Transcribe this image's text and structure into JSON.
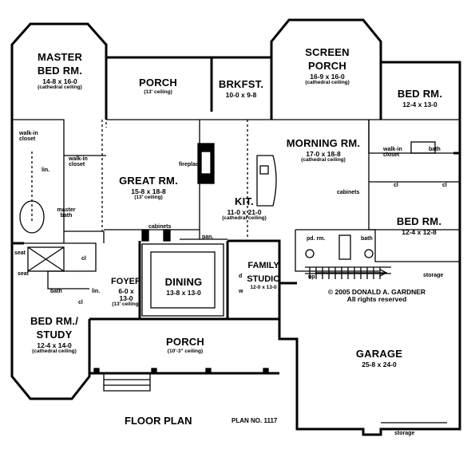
{
  "rooms": {
    "master_bed": {
      "name_line1": "MASTER",
      "name_line2": "BED RM.",
      "dims": "14-8 x 16-0",
      "note": "(cathedral ceiling)"
    },
    "porch_back": {
      "name": "PORCH",
      "note": "(13' ceiling)"
    },
    "brkfst": {
      "name": "BRKFST.",
      "dims": "10-0 x 9-8"
    },
    "screen_porch": {
      "name_line1": "SCREEN",
      "name_line2": "PORCH",
      "dims": "16-9 x 16-0",
      "note": "(cathedral ceiling)"
    },
    "bed_ne": {
      "name": "BED RM.",
      "dims": "12-4 x 13-0"
    },
    "great_rm": {
      "name": "GREAT RM.",
      "dims": "15-8 x 18-8",
      "note": "(13' ceiling)"
    },
    "morning_rm": {
      "name": "MORNING RM.",
      "dims": "17-0 x 18-8",
      "note": "(cathedral ceiling)"
    },
    "kit": {
      "name": "KIT.",
      "dims": "11-0 x 21-0",
      "note": "(cathedral ceiling)"
    },
    "bed_e": {
      "name": "BED RM.",
      "dims": "12-4 x 12-8"
    },
    "foyer": {
      "name": "FOYER",
      "dims_line1": "6-0 x",
      "dims_line2": "13-0",
      "note": "(13' ceiling)"
    },
    "dining": {
      "name": "DINING",
      "dims": "13-8 x 13-0"
    },
    "family_studio": {
      "name_line1": "FAMILY",
      "name_line2": "STUDIO",
      "dims": "12-0 x 13-0"
    },
    "bed_study": {
      "name_line1": "BED RM./",
      "name_line2": "STUDY",
      "dims": "12-4 x 14-0",
      "note": "(cathedral ceiling)"
    },
    "porch_front": {
      "name": "PORCH",
      "note": "(10'-3\" ceiling)"
    },
    "garage": {
      "name": "GARAGE",
      "dims": "25-8 x 24-0"
    }
  },
  "labels": {
    "walk_in_closet_1": "walk-in closet",
    "walk_in_closet_2": "walk-in closet",
    "walk_in_closet_3": "walk-in closet",
    "lin_1": "lin.",
    "lin_2": "lin.",
    "master_bath": "master bath",
    "fireplace": "fireplace",
    "cabinets_1": "cabinets",
    "cabinets_2": "cabinets",
    "pan": "pan.",
    "bath_1": "bath",
    "bath_2": "bath",
    "bath_3": "bath",
    "pd_rm": "pd. rm.",
    "seat_1": "seat",
    "seat_2": "seat",
    "cl_1": "cl",
    "cl_2": "cl",
    "cl_3": "cl",
    "cl_4": "cl",
    "d": "d",
    "w": "w",
    "up": "up",
    "storage_1": "storage",
    "storage_2": "storage"
  },
  "copyright": {
    "line1": "© 2005 DONALD A. GARDNER",
    "line2": "All rights reserved"
  },
  "footer": {
    "title": "FLOOR PLAN",
    "plan_no": "PLAN NO. 1117"
  }
}
